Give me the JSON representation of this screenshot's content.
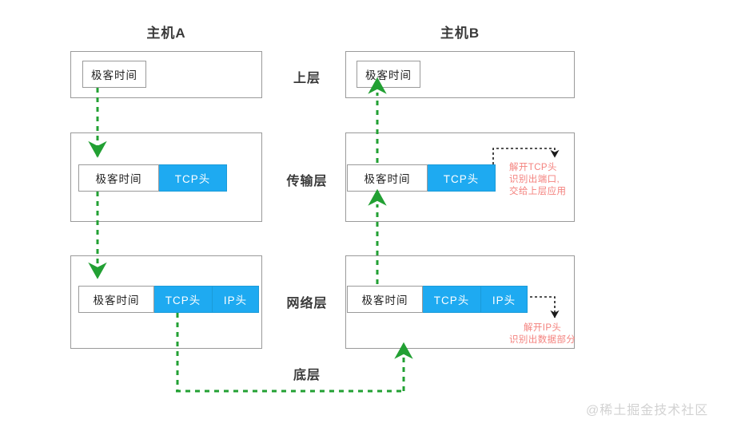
{
  "diagram": {
    "title_left": "主机A",
    "title_right": "主机B",
    "watermark": "@稀土掘金技术社区",
    "colors": {
      "header_blue": "#1eaaf1",
      "arrow_green": "#22a033",
      "note_red": "#f4827e",
      "box_border": "#9a9a9a",
      "text_dark": "#3a3a3a",
      "watermark_grey": "#d2d2d2"
    }
  },
  "layers": [
    {
      "label": "上层"
    },
    {
      "label": "传输层"
    },
    {
      "label": "网络层"
    },
    {
      "label": "底层"
    }
  ],
  "segments": {
    "payload": "极客时间",
    "tcp_header": "TCP头",
    "ip_header": "IP头"
  },
  "host_a": {
    "name": "主机A",
    "upper": {
      "parts": [
        "极客时间"
      ]
    },
    "transport": {
      "parts": [
        "极客时间",
        "TCP头"
      ]
    },
    "network": {
      "parts": [
        "极客时间",
        "TCP头",
        "IP头"
      ]
    }
  },
  "host_b": {
    "name": "主机B",
    "upper": {
      "parts": [
        "极客时间"
      ]
    },
    "transport": {
      "parts": [
        "极客时间",
        "TCP头"
      ]
    },
    "network": {
      "parts": [
        "极客时间",
        "TCP头",
        "IP头"
      ]
    }
  },
  "notes": {
    "transport": {
      "line1": "解开TCP头",
      "line2": "识别出端口,",
      "line3": "交给上层应用"
    },
    "network": {
      "line1": "解开IP头",
      "line2": "识别出数据部分"
    }
  }
}
